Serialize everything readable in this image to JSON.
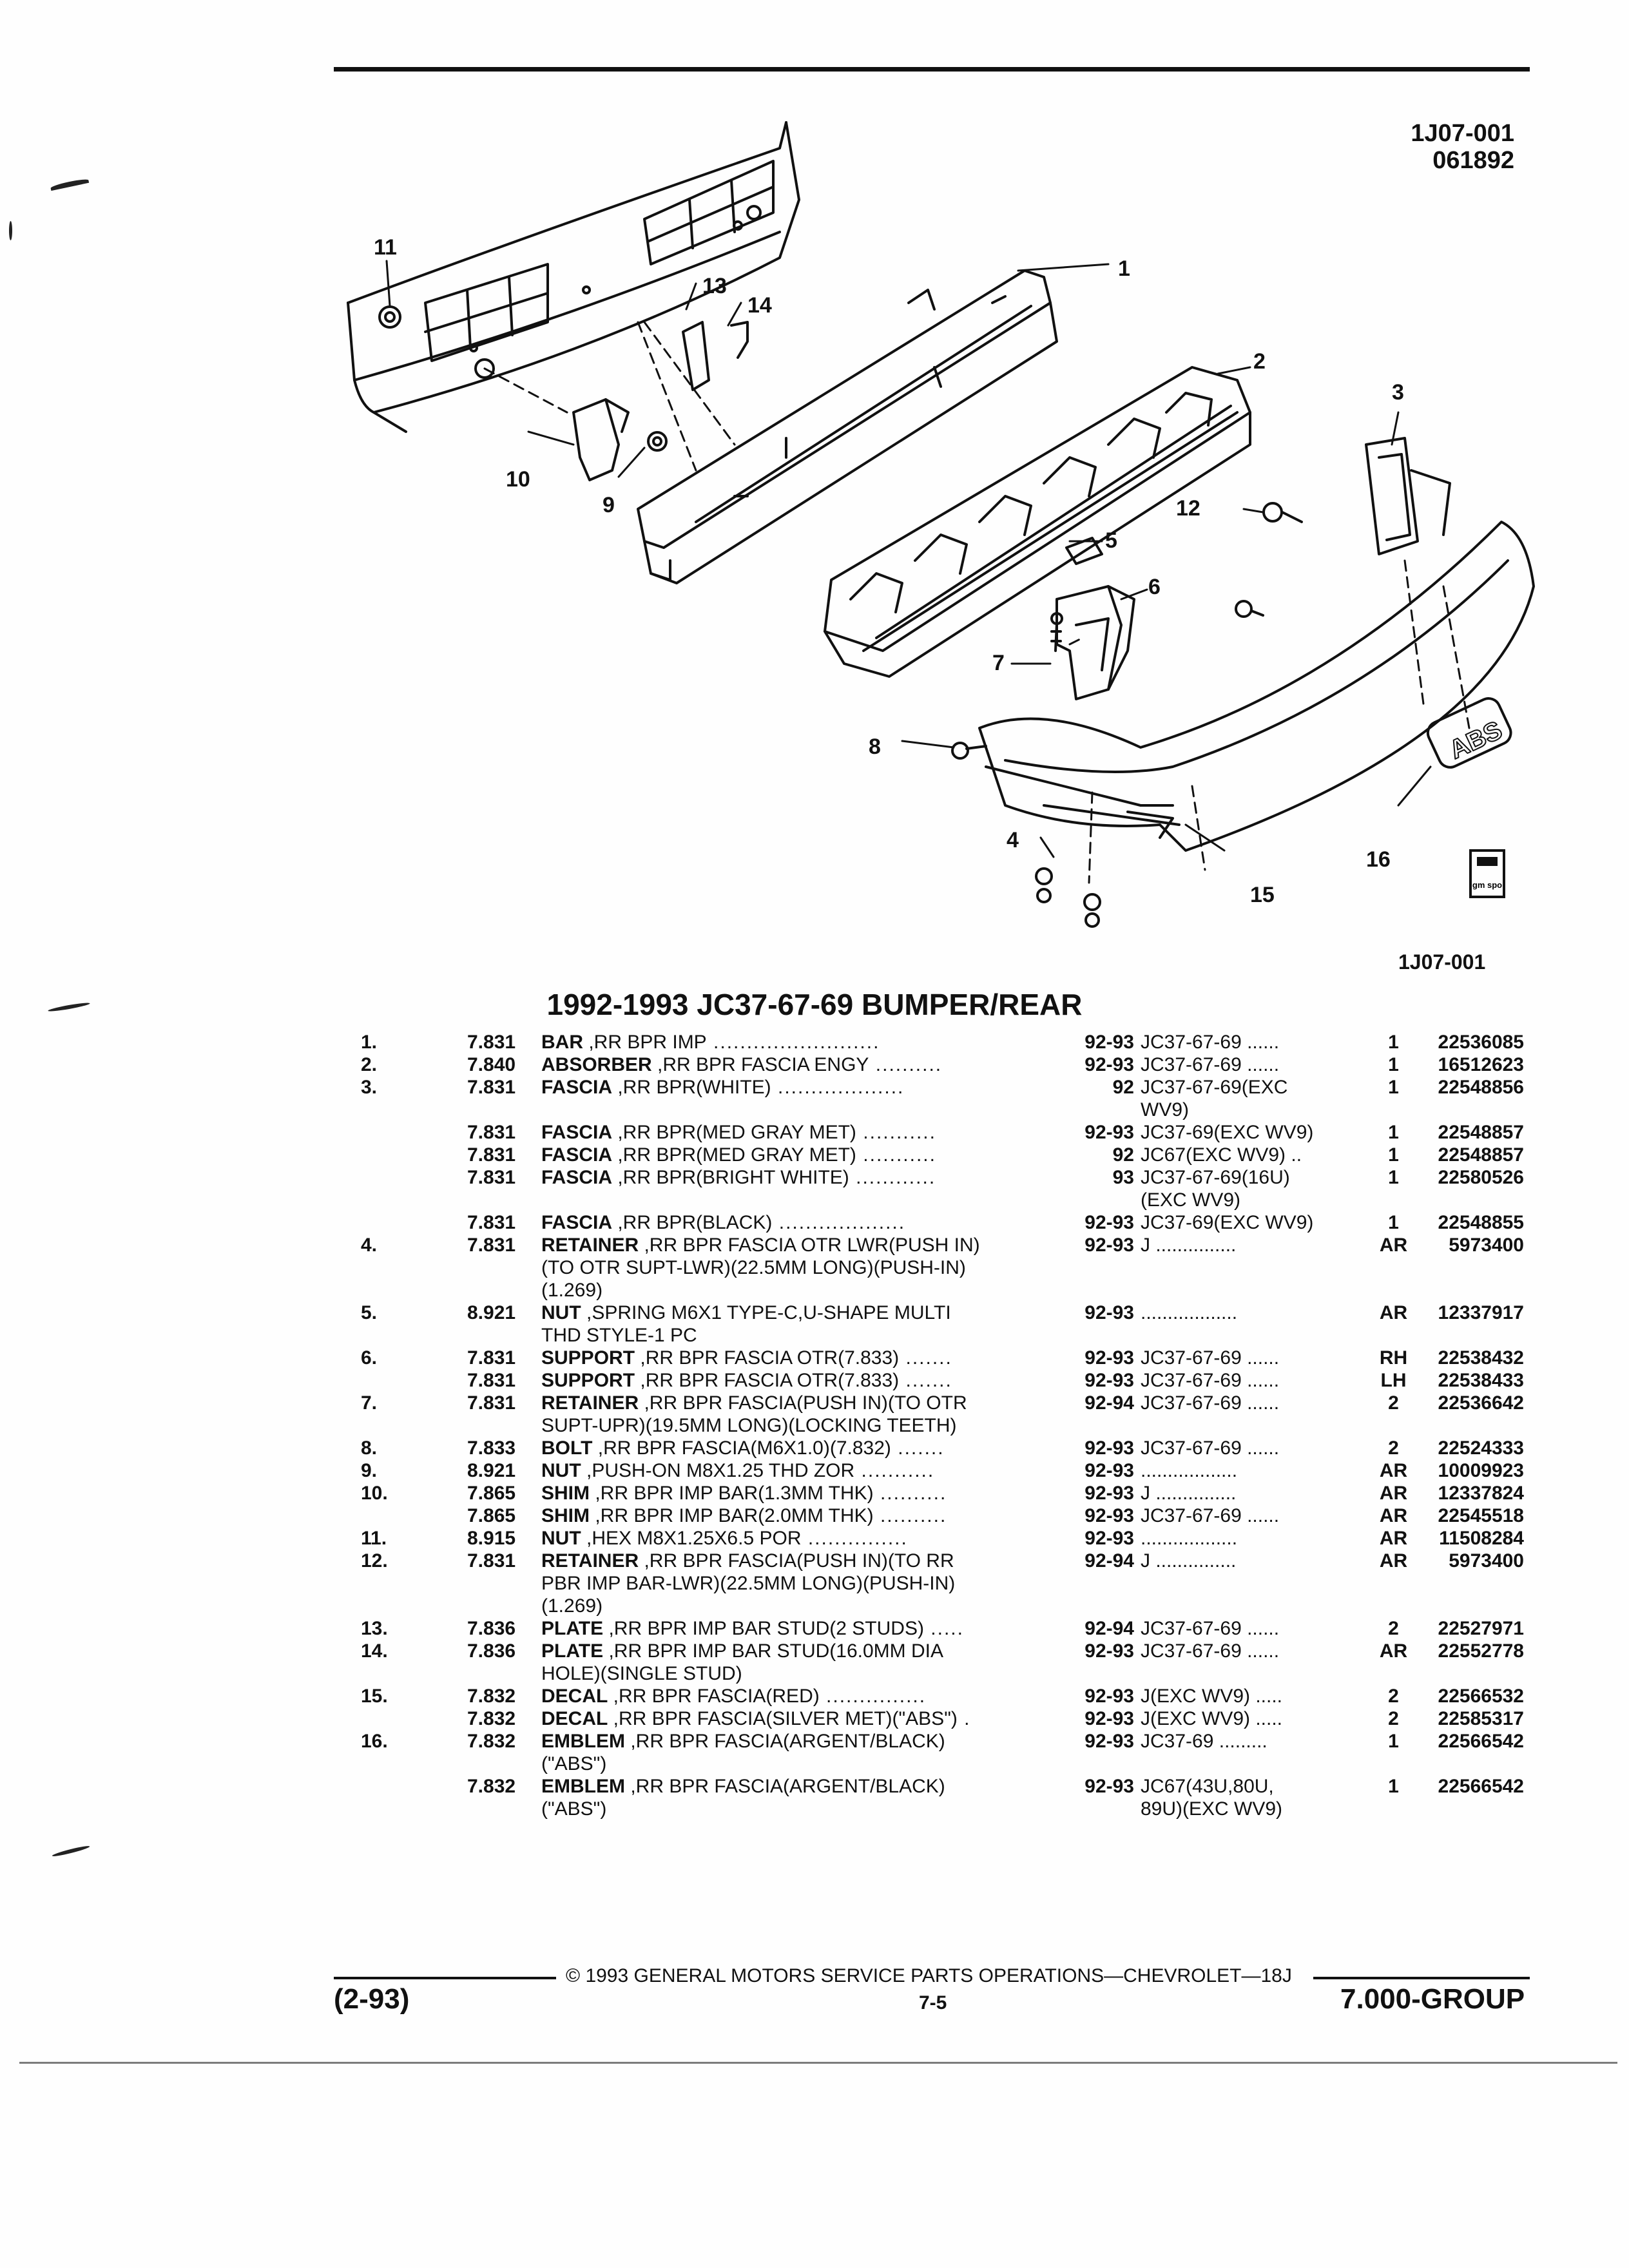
{
  "header": {
    "ref_code": "1J07-001",
    "ref_date": "061892",
    "figure_ref": "1J07-001"
  },
  "diagram": {
    "callouts": [
      "1",
      "2",
      "3",
      "4",
      "5",
      "6",
      "7",
      "8",
      "9",
      "10",
      "11",
      "12",
      "13",
      "14",
      "15",
      "16"
    ],
    "emblem_text": "ABS",
    "logo_text": "gm spo"
  },
  "section_title": "1992-1993 JC37-67-69 BUMPER/REAR",
  "parts": [
    {
      "num": "1.",
      "grp": "7.831",
      "name": "BAR",
      "desc": " ,RR BPR IMP",
      "dots": " .........................",
      "yr": "92-93",
      "app": [
        "JC37-67-69 ......"
      ],
      "qty": "1",
      "pn": "22536085"
    },
    {
      "num": "2.",
      "grp": "7.840",
      "name": "ABSORBER",
      "desc": " ,RR BPR FASCIA ENGY",
      "dots": " ..........",
      "yr": "92-93",
      "app": [
        "JC37-67-69 ......"
      ],
      "qty": "1",
      "pn": "16512623"
    },
    {
      "num": "3.",
      "grp": "7.831",
      "name": "FASCIA",
      "desc": " ,RR BPR(WHITE)",
      "dots": " ...................",
      "yr": "92",
      "app": [
        "JC37-67-69(EXC",
        "WV9)"
      ],
      "qty": "1",
      "pn": "22548856"
    },
    {
      "num": "",
      "grp": "7.831",
      "name": "FASCIA",
      "desc": " ,RR BPR(MED GRAY MET)",
      "dots": " ...........",
      "yr": "92-93",
      "app": [
        "JC37-69(EXC WV9)"
      ],
      "qty": "1",
      "pn": "22548857"
    },
    {
      "num": "",
      "grp": "7.831",
      "name": "FASCIA",
      "desc": " ,RR BPR(MED GRAY MET)",
      "dots": " ...........",
      "yr": "92",
      "app": [
        "JC67(EXC WV9) .."
      ],
      "qty": "1",
      "pn": "22548857"
    },
    {
      "num": "",
      "grp": "7.831",
      "name": "FASCIA",
      "desc": " ,RR BPR(BRIGHT WHITE)",
      "dots": " ............",
      "yr": "93",
      "app": [
        "JC37-67-69(16U)",
        "(EXC WV9)"
      ],
      "qty": "1",
      "pn": "22580526"
    },
    {
      "num": "",
      "grp": "7.831",
      "name": "FASCIA",
      "desc": " ,RR BPR(BLACK)",
      "dots": " ...................",
      "yr": "92-93",
      "app": [
        "JC37-69(EXC WV9)"
      ],
      "qty": "1",
      "pn": "22548855"
    },
    {
      "num": "4.",
      "grp": "7.831",
      "name": "RETAINER",
      "desc": " ,RR BPR FASCIA OTR LWR(PUSH IN)",
      "dots": "",
      "desc2": [
        "(TO OTR SUPT-LWR)(22.5MM LONG)(PUSH-IN)",
        "(1.269)"
      ],
      "yr": "92-93",
      "app": [
        "J ..............."
      ],
      "qty": "AR",
      "pn": "5973400"
    },
    {
      "num": "5.",
      "grp": "8.921",
      "name": "NUT",
      "desc": " ,SPRING M6X1 TYPE-C,U-SHAPE MULTI",
      "dots": "",
      "desc2": [
        "THD STYLE-1 PC"
      ],
      "yr": "92-93",
      "app": [
        ".................."
      ],
      "qty": "AR",
      "pn": "12337917"
    },
    {
      "num": "6.",
      "grp": "7.831",
      "name": "SUPPORT",
      "desc": " ,RR BPR FASCIA OTR(7.833)",
      "dots": " .......",
      "yr": "92-93",
      "app": [
        "JC37-67-69 ......"
      ],
      "qty": "RH",
      "pn": "22538432"
    },
    {
      "num": "",
      "grp": "7.831",
      "name": "SUPPORT",
      "desc": " ,RR BPR FASCIA OTR(7.833)",
      "dots": " .......",
      "yr": "92-93",
      "app": [
        "JC37-67-69 ......"
      ],
      "qty": "LH",
      "pn": "22538433"
    },
    {
      "num": "7.",
      "grp": "7.831",
      "name": "RETAINER",
      "desc": " ,RR BPR FASCIA(PUSH IN)(TO OTR",
      "dots": "",
      "desc2": [
        "SUPT-UPR)(19.5MM LONG)(LOCKING TEETH)"
      ],
      "yr": "92-94",
      "app": [
        "JC37-67-69 ......"
      ],
      "qty": "2",
      "pn": "22536642"
    },
    {
      "num": "8.",
      "grp": "7.833",
      "name": "BOLT",
      "desc": " ,RR BPR FASCIA(M6X1.0)(7.832)",
      "dots": " .......",
      "yr": "92-93",
      "app": [
        "JC37-67-69 ......"
      ],
      "qty": "2",
      "pn": "22524333"
    },
    {
      "num": "9.",
      "grp": "8.921",
      "name": "NUT",
      "desc": " ,PUSH-ON M8X1.25 THD ZOR",
      "dots": " ...........",
      "yr": "92-93",
      "app": [
        ".................."
      ],
      "qty": "AR",
      "pn": "10009923"
    },
    {
      "num": "10.",
      "grp": "7.865",
      "name": "SHIM",
      "desc": " ,RR BPR IMP BAR(1.3MM THK)",
      "dots": " ..........",
      "yr": "92-93",
      "app": [
        "J ..............."
      ],
      "qty": "AR",
      "pn": "12337824"
    },
    {
      "num": "",
      "grp": "7.865",
      "name": "SHIM",
      "desc": " ,RR BPR IMP BAR(2.0MM THK)",
      "dots": " ..........",
      "yr": "92-93",
      "app": [
        "JC37-67-69 ......"
      ],
      "qty": "AR",
      "pn": "22545518"
    },
    {
      "num": "11.",
      "grp": "8.915",
      "name": "NUT",
      "desc": " ,HEX M8X1.25X6.5 POR",
      "dots": " ...............",
      "yr": "92-93",
      "app": [
        ".................."
      ],
      "qty": "AR",
      "pn": "11508284"
    },
    {
      "num": "12.",
      "grp": "7.831",
      "name": "RETAINER",
      "desc": " ,RR BPR FASCIA(PUSH IN)(TO RR",
      "dots": "",
      "desc2": [
        "PBR IMP BAR-LWR)(22.5MM LONG)(PUSH-IN)",
        "(1.269)"
      ],
      "yr": "92-94",
      "app": [
        "J ..............."
      ],
      "qty": "AR",
      "pn": "5973400"
    },
    {
      "num": "13.",
      "grp": "7.836",
      "name": "PLATE",
      "desc": " ,RR BPR IMP BAR STUD(2 STUDS)",
      "dots": " .....",
      "yr": "92-94",
      "app": [
        "JC37-67-69 ......"
      ],
      "qty": "2",
      "pn": "22527971"
    },
    {
      "num": "14.",
      "grp": "7.836",
      "name": "PLATE",
      "desc": " ,RR BPR IMP BAR STUD(16.0MM DIA",
      "dots": "",
      "desc2": [
        "HOLE)(SINGLE STUD)"
      ],
      "yr": "92-93",
      "app": [
        "JC37-67-69 ......"
      ],
      "qty": "AR",
      "pn": "22552778"
    },
    {
      "num": "15.",
      "grp": "7.832",
      "name": "DECAL",
      "desc": " ,RR BPR FASCIA(RED)",
      "dots": " ...............",
      "yr": "92-93",
      "app": [
        "J(EXC WV9) ....."
      ],
      "qty": "2",
      "pn": "22566532"
    },
    {
      "num": "",
      "grp": "7.832",
      "name": "DECAL",
      "desc": " ,RR BPR FASCIA(SILVER MET)(\"ABS\")",
      "dots": " .",
      "yr": "92-93",
      "app": [
        "J(EXC WV9) ....."
      ],
      "qty": "2",
      "pn": "22585317"
    },
    {
      "num": "16.",
      "grp": "7.832",
      "name": "EMBLEM",
      "desc": " ,RR BPR FASCIA(ARGENT/BLACK)",
      "dots": "",
      "desc2": [
        "(\"ABS\")"
      ],
      "yr": "92-93",
      "app": [
        "JC37-69 ........."
      ],
      "qty": "1",
      "pn": "22566542"
    },
    {
      "num": "",
      "grp": "7.832",
      "name": "EMBLEM",
      "desc": " ,RR BPR FASCIA(ARGENT/BLACK)",
      "dots": "",
      "desc2": [
        "(\"ABS\")"
      ],
      "yr": "92-93",
      "app": [
        "JC67(43U,80U,",
        "89U)(EXC WV9)"
      ],
      "qty": "1",
      "pn": "22566542"
    }
  ],
  "footer": {
    "copyright": "© 1993 GENERAL MOTORS SERVICE PARTS OPERATIONS—CHEVROLET—18J",
    "date_code": "(2-93)",
    "page": "7-5",
    "group": "7.000-GROUP"
  }
}
